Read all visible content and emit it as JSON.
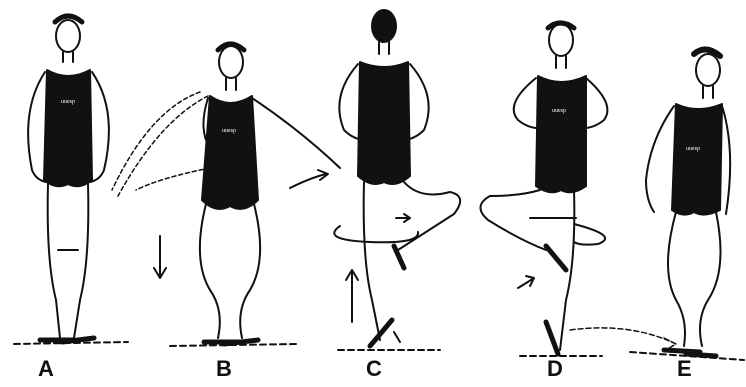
{
  "figures": [
    {
      "id": "A",
      "label": "A",
      "shirt_text": "uuesp"
    },
    {
      "id": "B",
      "label": "B",
      "shirt_text": "uuesp"
    },
    {
      "id": "C",
      "label": "C",
      "shirt_text": ""
    },
    {
      "id": "D",
      "label": "D",
      "shirt_text": "uuesp"
    },
    {
      "id": "E",
      "label": "E",
      "shirt_text": "uuesp"
    }
  ],
  "colors": {
    "ink": "#111111",
    "paper": "#ffffff"
  }
}
